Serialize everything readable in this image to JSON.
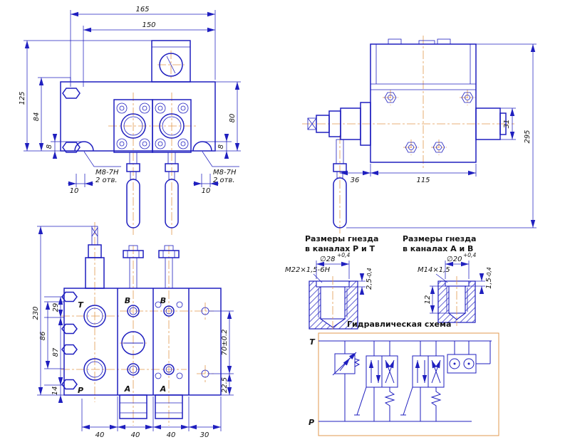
{
  "drawing": {
    "front_view": {
      "dims": {
        "w165": "165",
        "w150": "150",
        "h125": "125",
        "h84": "84",
        "h80": "80",
        "h8_left": "8",
        "h8_right": "8",
        "m8_left_1": "М8-7Н",
        "m8_left_2": "2 отв.",
        "m8_right_1": "М8-7Н",
        "m8_right_2": "2 отв.",
        "off10_left": "10",
        "off10_right": "10"
      }
    },
    "side_view": {
      "dims": {
        "w36": "36",
        "w115": "115",
        "h31": "31",
        "h295": "295"
      }
    },
    "top_view": {
      "ports": {
        "t": "Т",
        "p": "Р",
        "b1": "В",
        "a1": "А",
        "b2": "В",
        "a2": "А"
      },
      "dims": {
        "h230": "230",
        "h29": "29",
        "h86": "86",
        "h87": "87",
        "h14": "14",
        "h70": "70±0.2",
        "h22_5": "22.5",
        "w40a": "40",
        "w40b": "40",
        "w40c": "40",
        "w30": "30"
      }
    },
    "socket_pt": {
      "title1": "Размеры гнезда",
      "title2": "в каналах Р и Т",
      "thread": "М22×1,5-6Н",
      "dia": "∅28",
      "dia_tol": "+0,4",
      "depth": "2,5",
      "depth_tol": "-0,4"
    },
    "socket_ab": {
      "title1": "Размеры гнезда",
      "title2": "в каналах А и В",
      "thread": "М14×1,5",
      "dia": "∅20",
      "dia_tol": "+0,4",
      "depth": "1,5",
      "depth_tol": "-0,4",
      "depth12": "12"
    },
    "schema": {
      "title": "Гидравлическая схема",
      "port_t": "Т",
      "port_p": "Р"
    }
  },
  "colors": {
    "line": "#1f1fbf",
    "centerline": "#e2994f",
    "dim_text": "#141414",
    "background": "#ffffff"
  }
}
